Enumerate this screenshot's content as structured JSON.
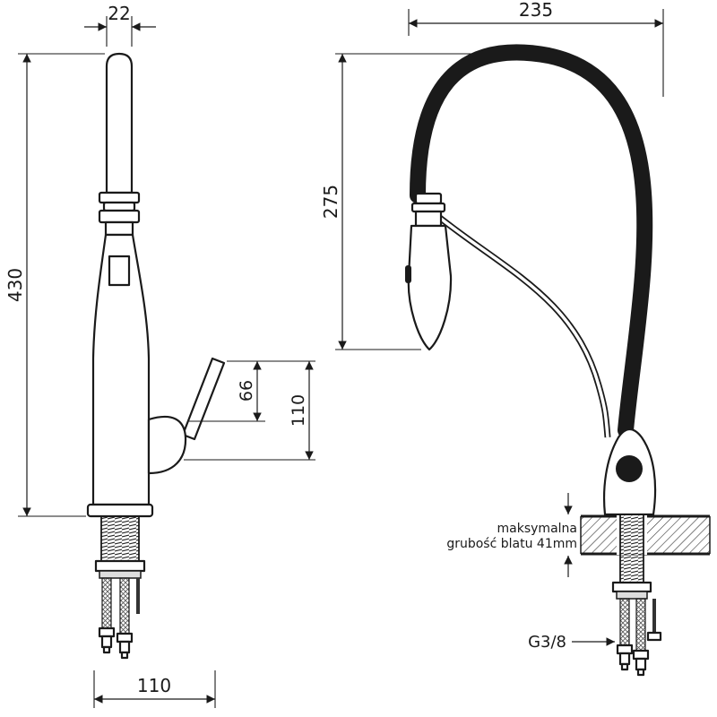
{
  "page": {
    "background": "#ffffff",
    "ink": "#1a1a1a"
  },
  "left_view": {
    "dims": {
      "spout_width": "22",
      "total_height": "430",
      "handle_height": "66",
      "handle_offset": "110",
      "base_depth": "110"
    }
  },
  "right_view": {
    "dims": {
      "reach": "235",
      "height_to_spray": "275"
    },
    "counter_note": {
      "line1": "maksymalna",
      "line2": "grubość blatu 41mm"
    },
    "thread_size": "G3/8"
  }
}
